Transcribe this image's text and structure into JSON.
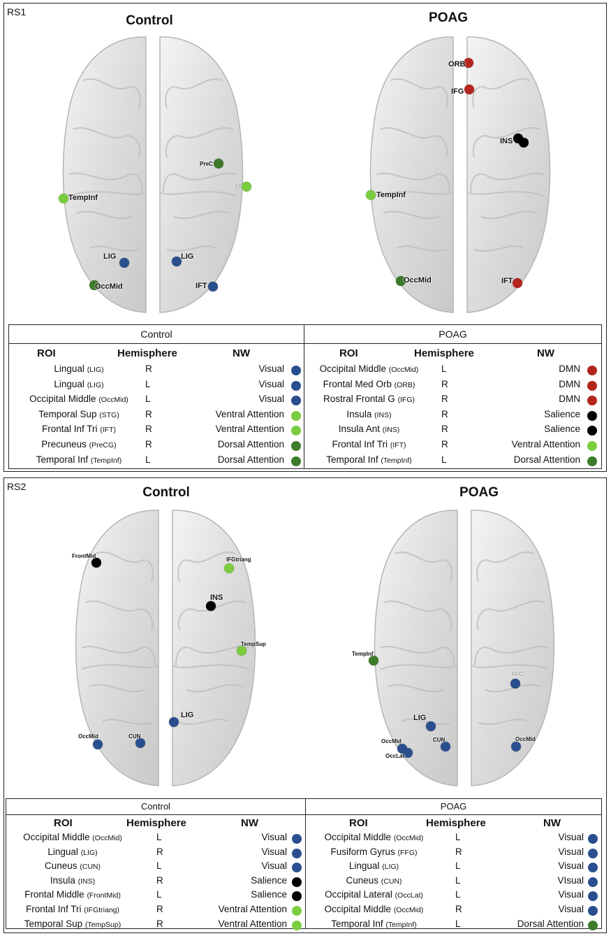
{
  "colors": {
    "visual": "#2a4f8f",
    "ventral_attention": "#7ccc3f",
    "dorsal_attention": "#3d7a2a",
    "dmn": "#b3261e",
    "salience": "#000000"
  },
  "rs1": {
    "label": "RS1",
    "control_title": "Control",
    "poag_title": "POAG",
    "table": {
      "control_header": "Control",
      "poag_header": "POAG",
      "col_roi": "ROI",
      "col_hemisphere": "Hemisphere",
      "col_nw": "NW",
      "control_rows": [
        {
          "roi": "Lingual ",
          "abbr": "(LIG)",
          "hem": "R",
          "nw": "Visual",
          "color": "#2a4f8f"
        },
        {
          "roi": "Lingual ",
          "abbr": "(LIG)",
          "hem": "L",
          "nw": "Visual",
          "color": "#2a4f8f"
        },
        {
          "roi": "Occipital Middle ",
          "abbr": "(OccMid)",
          "hem": "L",
          "nw": "Visual",
          "color": "#2a4f8f"
        },
        {
          "roi": "Temporal Sup ",
          "abbr": "(STG)",
          "hem": "R",
          "nw": "Ventral Attention",
          "color": "#7ccc3f"
        },
        {
          "roi": "Frontal Inf Tri ",
          "abbr": "(IFT)",
          "hem": "R",
          "nw": "Ventral Attention",
          "color": "#7ccc3f"
        },
        {
          "roi": "Precuneus ",
          "abbr": "(PreCG)",
          "hem": "R",
          "nw": "Dorsal Attention",
          "color": "#3d7a2a"
        },
        {
          "roi": "Temporal Inf ",
          "abbr": "(TempInf)",
          "hem": "L",
          "nw": "Dorsal Attention",
          "color": "#3d7a2a"
        }
      ],
      "poag_rows": [
        {
          "roi": "Occipital Middle ",
          "abbr": "(OccMid)",
          "hem": "L",
          "nw": "DMN",
          "color": "#b3261e"
        },
        {
          "roi": "Frontal Med Orb ",
          "abbr": "(ORB)",
          "hem": "R",
          "nw": "DMN",
          "color": "#b3261e"
        },
        {
          "roi": "Rostral Frontal G  ",
          "abbr": "(IFG)",
          "hem": "R",
          "nw": "DMN",
          "color": "#b3261e"
        },
        {
          "roi": "Insula  ",
          "abbr": "(INS)",
          "hem": "R",
          "nw": "Salience",
          "color": "#000000"
        },
        {
          "roi": "Insula Ant ",
          "abbr": "(INS)",
          "hem": "R",
          "nw": "Salience",
          "color": "#000000"
        },
        {
          "roi": "Frontal Inf Tri ",
          "abbr": "(IFT)",
          "hem": "R",
          "nw": "Ventral Attention",
          "color": "#7ccc3f"
        },
        {
          "roi": "Temporal Inf ",
          "abbr": "(TempInf)",
          "hem": "L",
          "nw": "Dorsal Attention",
          "color": "#3d7a2a"
        }
      ]
    },
    "control_markers": [
      {
        "label": "TempInf",
        "color": "#7ccc3f"
      },
      {
        "label": "PreC",
        "color": "#3d7a2a"
      },
      {
        "label": "ST",
        "color": "#7ccc3f"
      },
      {
        "label": "LIG",
        "color": "#2a4f8f"
      },
      {
        "label": "LIG",
        "color": "#2a4f8f"
      },
      {
        "label": "OccMid",
        "color": "#3d7a2a"
      },
      {
        "label": "IFT",
        "color": "#2a4f8f"
      }
    ],
    "poag_markers": [
      {
        "label": "ORB",
        "color": "#b3261e"
      },
      {
        "label": "IFG",
        "color": "#b3261e"
      },
      {
        "label": "INS",
        "color": "#000000"
      },
      {
        "label": "TempInf",
        "color": "#7ccc3f"
      },
      {
        "label": "OccMid",
        "color": "#3d7a2a"
      },
      {
        "label": "IFT",
        "color": "#b3261e"
      }
    ]
  },
  "rs2": {
    "label": "RS2",
    "control_title": "Control",
    "poag_title": "POAG",
    "table": {
      "control_header": "Control",
      "poag_header": "POAG",
      "col_roi": "ROI",
      "col_hemisphere": "Hemisphere",
      "col_nw": "NW",
      "control_rows": [
        {
          "roi": "Occipital Middle ",
          "abbr": "(OccMid)",
          "hem": "L",
          "nw": "Visual",
          "color": "#2a4f8f"
        },
        {
          "roi": "Lingual  ",
          "abbr": "(LIG)",
          "hem": "R",
          "nw": "Visual",
          "color": "#2a4f8f"
        },
        {
          "roi": "Cuneus ",
          "abbr": "(CUN)",
          "hem": "L",
          "nw": "Visual",
          "color": "#2a4f8f"
        },
        {
          "roi": "Insula ",
          "abbr": "(INS)",
          "hem": "R",
          "nw": "Salience",
          "color": "#000000"
        },
        {
          "roi": "Frontal Middle ",
          "abbr": "(FrontMid)",
          "hem": "L",
          "nw": "Salience",
          "color": "#000000"
        },
        {
          "roi": "Frontal Inf Tri ",
          "abbr": "(IFGtriang)",
          "hem": "R",
          "nw": "Ventral Attention",
          "color": "#7ccc3f"
        },
        {
          "roi": "Temporal Sup ",
          "abbr": "(TempSup)",
          "hem": "R",
          "nw": "Ventral Attention",
          "color": "#7ccc3f"
        }
      ],
      "poag_rows": [
        {
          "roi": "Occipital Middle ",
          "abbr": "(OccMid)",
          "hem": "L",
          "nw": "Visual",
          "color": "#2a4f8f"
        },
        {
          "roi": "Fusiform Gyrus ",
          "abbr": "(FFG)",
          "hem": "R",
          "nw": "Visual",
          "color": "#2a4f8f"
        },
        {
          "roi": "Lingual ",
          "abbr": "(LIG)",
          "hem": "L",
          "nw": "Visual",
          "color": "#2a4f8f"
        },
        {
          "roi": "Cuneus ",
          "abbr": "(CUN)",
          "hem": "L",
          "nw": "VIsual",
          "color": "#2a4f8f"
        },
        {
          "roi": "Occipital Lateral ",
          "abbr": "(OccLat)",
          "hem": "L",
          "nw": "Visual",
          "color": "#2a4f8f"
        },
        {
          "roi": "Occipital Middle ",
          "abbr": "(OccMid)",
          "hem": "R",
          "nw": "Visual",
          "color": "#2a4f8f"
        },
        {
          "roi": "Temporal Inf ",
          "abbr": "(TempInf)",
          "hem": "L",
          "nw": "Dorsal Attention",
          "color": "#3d7a2a"
        }
      ]
    },
    "control_markers": [
      {
        "label": "FrontMid",
        "color": "#000000"
      },
      {
        "label": "IFGtriang",
        "color": "#7ccc3f"
      },
      {
        "label": "INS",
        "color": "#000000"
      },
      {
        "label": "TempSup",
        "color": "#7ccc3f"
      },
      {
        "label": "LIG",
        "color": "#2a4f8f"
      },
      {
        "label": "OccMid",
        "color": "#2a4f8f"
      },
      {
        "label": "CUN",
        "color": "#2a4f8f"
      }
    ],
    "poag_markers": [
      {
        "label": "TempInf",
        "color": "#3d7a2a"
      },
      {
        "label": "FFG",
        "color": "#2a4f8f"
      },
      {
        "label": "LIG",
        "color": "#2a4f8f"
      },
      {
        "label": "OccMid",
        "color": "#2a4f8f"
      },
      {
        "label": "OccLat",
        "color": "#2a4f8f"
      },
      {
        "label": "CUN",
        "color": "#2a4f8f"
      },
      {
        "label": "OccMid",
        "color": "#2a4f8f"
      }
    ]
  }
}
